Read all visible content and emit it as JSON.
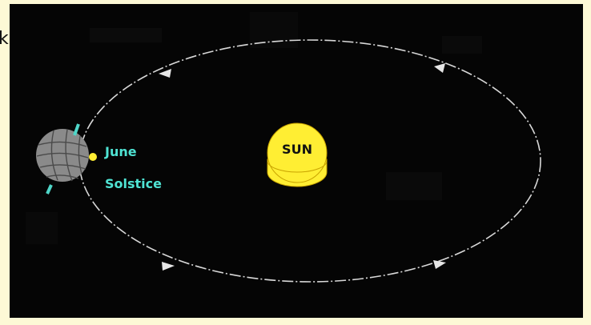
{
  "stray_letter": "k",
  "sun": {
    "label": "SUN",
    "color": "#ffee33",
    "stroke": "#c9a400"
  },
  "earth": {
    "color": "#8a8a8a",
    "axis_color": "#4fd6c8"
  },
  "june_solstice": {
    "line1": "June",
    "line2": "Solstice",
    "color": "#4fe3d3",
    "marker_color": "#ffee33"
  },
  "orbit": {
    "color": "#d8d8d8",
    "direction": "counter-clockwise"
  },
  "colors": {
    "background": "#050505",
    "frame": "#fdf9d6"
  }
}
